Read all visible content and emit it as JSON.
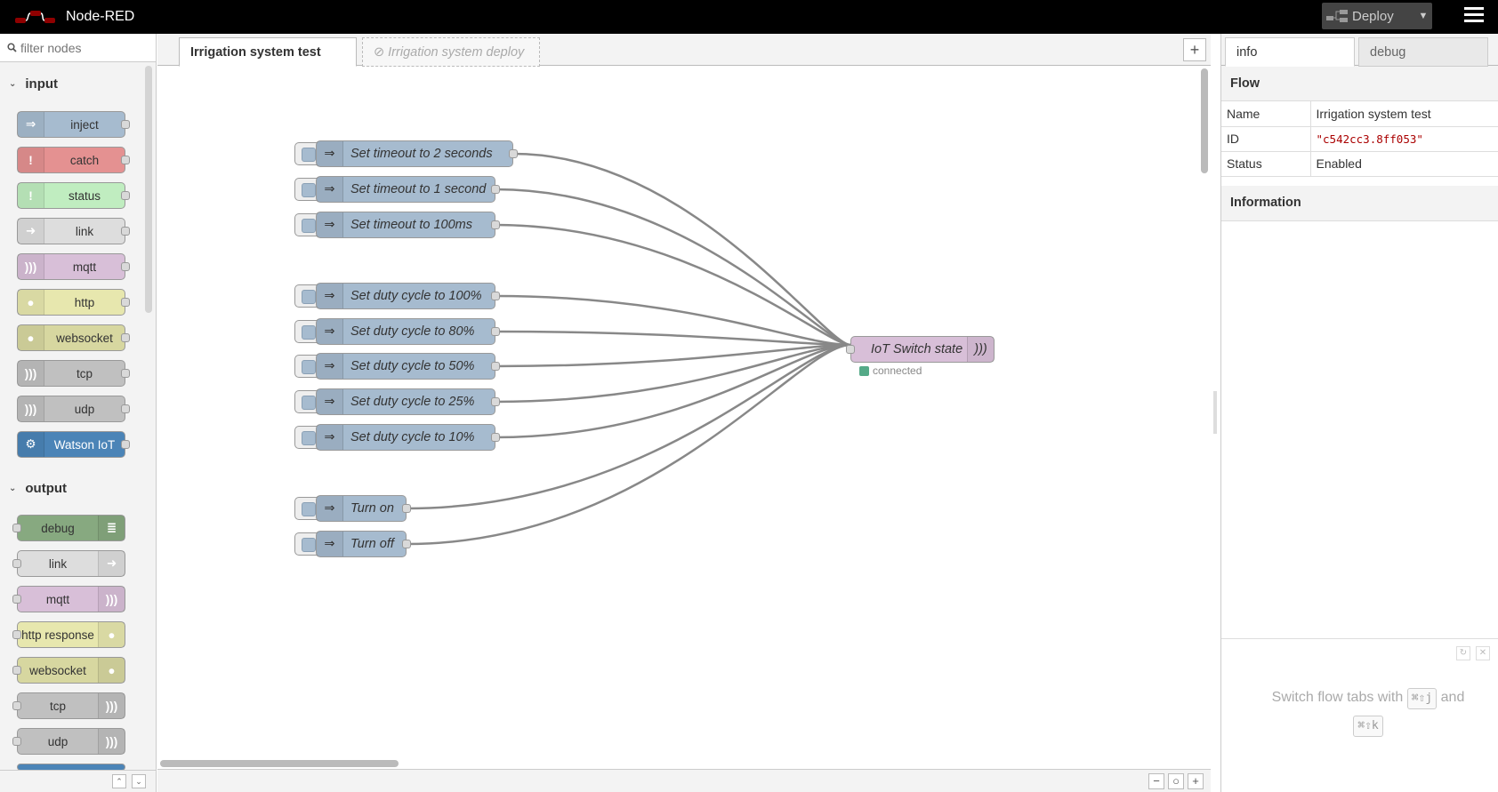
{
  "header": {
    "title": "Node-RED",
    "deploy_label": "Deploy"
  },
  "palette": {
    "search_placeholder": "filter nodes",
    "categories": [
      {
        "label": "input",
        "nodes": [
          {
            "label": "inject",
            "color": "#a6bbcf"
          },
          {
            "label": "catch",
            "color": "#e49191"
          },
          {
            "label": "status",
            "color": "#c0edc0"
          },
          {
            "label": "link",
            "color": "#dddddd"
          },
          {
            "label": "mqtt",
            "color": "#d8bfd8"
          },
          {
            "label": "http",
            "color": "#e7e7ae"
          },
          {
            "label": "websocket",
            "color": "#d7d7a0"
          },
          {
            "label": "tcp",
            "color": "#c0c0c0"
          },
          {
            "label": "udp",
            "color": "#c0c0c0"
          },
          {
            "label": "Watson IoT",
            "color": "#4b84b7"
          }
        ]
      },
      {
        "label": "output",
        "nodes": [
          {
            "label": "debug",
            "color": "#87a980"
          },
          {
            "label": "link",
            "color": "#dddddd"
          },
          {
            "label": "mqtt",
            "color": "#d8bfd8"
          },
          {
            "label": "http response",
            "color": "#e7e7ae"
          },
          {
            "label": "websocket",
            "color": "#d7d7a0"
          },
          {
            "label": "tcp",
            "color": "#c0c0c0"
          },
          {
            "label": "udp",
            "color": "#c0c0c0"
          }
        ]
      }
    ]
  },
  "workspace": {
    "tabs": [
      {
        "label": "Irrigation system test",
        "active": true
      },
      {
        "label": "Irrigation system deploy",
        "disabled": true
      }
    ],
    "inject_nodes": [
      "Set timeout to 2 seconds",
      "Set timeout to 1 second",
      "Set timeout to 100ms",
      "Set duty cycle to 100%",
      "Set duty cycle to 80%",
      "Set duty cycle to 50%",
      "Set duty cycle to 25%",
      "Set duty cycle to 10%",
      "Turn on",
      "Turn off"
    ],
    "output_node": {
      "label": "IoT Switch state",
      "status": "connected",
      "status_color": "#55aa88"
    }
  },
  "sidebar": {
    "tabs": [
      "info",
      "debug"
    ],
    "flow_heading": "Flow",
    "properties": [
      {
        "key": "Name",
        "value": "Irrigation system test"
      },
      {
        "key": "ID",
        "value": "\"c542cc3.8ff053\""
      },
      {
        "key": "Status",
        "value": "Enabled"
      }
    ],
    "info_heading": "Information",
    "tip": {
      "prefix": "Switch flow tabs with",
      "key1": "⌘⇧j",
      "middle": "and",
      "key2": "⌘⇧k"
    }
  }
}
